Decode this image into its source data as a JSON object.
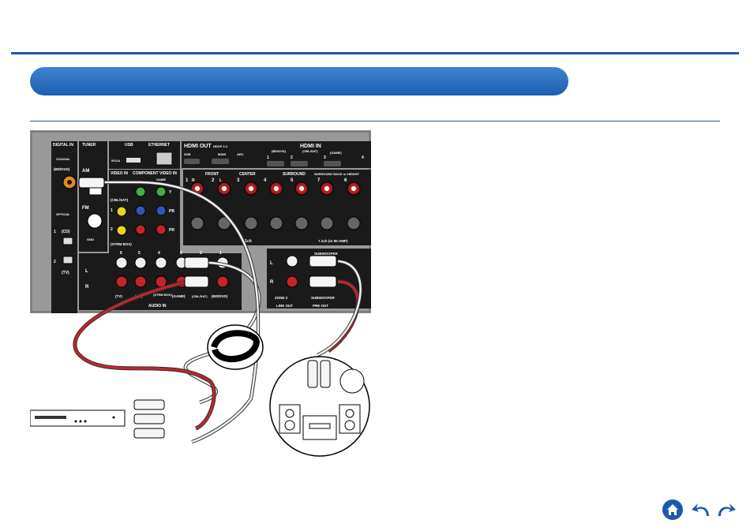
{
  "panel": {
    "digital_in": "DIGITAL IN",
    "coaxial": "COAXIAL",
    "coax_source": "(BD/DVD)",
    "optical": "OPTICAL",
    "opt1": "1",
    "opt1_source": "(CD)",
    "opt2": "2",
    "opt2_source": "(TV)",
    "tuner": "TUNER",
    "am": "AM",
    "fm": "FM",
    "usb": "USB",
    "usb_rating": "5V/1A",
    "ethernet": "ETHERNET",
    "hdmi_out": "HDMI OUT",
    "hdmi_out_sub": "HDCP 2.2",
    "hdmi_sub": "SUB",
    "hdmi_main": "MAIN",
    "hdmi_arc": "ARC",
    "hdmi_in": "HDMI IN",
    "hdmi_in_1": "1",
    "hdmi_in_1_src": "(BD/DVD)",
    "hdmi_in_2": "2",
    "hdmi_in_2_src": "(CBL/SAT)",
    "hdmi_in_3": "3",
    "hdmi_in_3_src": "(GAME)",
    "hdmi_in_4": "4",
    "video_in": "VIDEO IN",
    "component_video_in": "COMPONENT VIDEO IN",
    "comp_cbl": "(CBL/SAT)",
    "comp_game": "GAME",
    "comp_strm": "(STRM BOX)",
    "comp_y": "Y",
    "comp_pb": "PB",
    "comp_pr": "PR",
    "comp_1": "1",
    "comp_2": "2",
    "front": "FRONT",
    "center": "CENTER",
    "surround": "SURROUND",
    "surround_back": "SURROUND BACK or HEIGHT",
    "spk_1": "1",
    "spk_2": "2",
    "spk_3": "3",
    "spk_4": "4",
    "spk_5": "5",
    "spk_6": "6",
    "spk_7": "7",
    "spk_r": "R",
    "spk_l": "L",
    "ch_51": "5.1ch",
    "ch_71": "7.1ch (or BI-AMP)",
    "audio_l": "L",
    "audio_r": "R",
    "audio_in": "AUDIO IN",
    "col_6": "6",
    "col_5": "5",
    "col_4": "4",
    "col_3": "3",
    "col_2": "2",
    "col_1": "1",
    "src_tv": "(TV)",
    "src_cd": "(CD)",
    "src_strm": "(STRM BOX)",
    "src_game": "(GAME)",
    "src_cbl": "(CBL/SAT)",
    "src_bd": "(BD/DVD)",
    "gnd": "GND",
    "zone2": "ZONE 2",
    "line_out": "LINE OUT",
    "subwoofer_top": "SUBWOOFER",
    "subwoofer_bottom": "SUBWOOFER",
    "pre_out": "PRE OUT",
    "zl": "L",
    "zr": "R"
  },
  "colors": {
    "accent_blue": "#1b5aa6",
    "panel_gray": "#8c8c8c",
    "cable_red": "#c4242b"
  },
  "icons": [
    "home-icon",
    "back-arrow-icon",
    "forward-arrow-icon"
  ]
}
